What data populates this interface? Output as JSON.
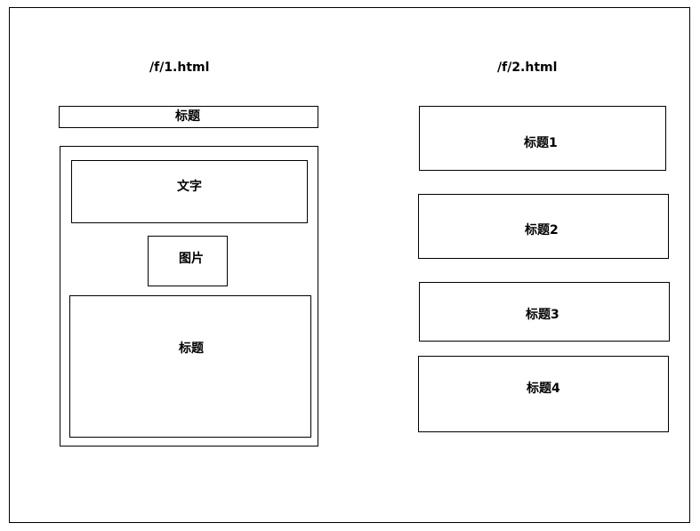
{
  "left_page": {
    "path_label": "/f/1.html",
    "header_box_label": "标题",
    "content": {
      "text_box_label": "文字",
      "image_box_label": "图片",
      "bottom_box_label": "标题"
    }
  },
  "right_page": {
    "path_label": "/f/2.html",
    "items": [
      {
        "label": "标题1"
      },
      {
        "label": "标题2"
      },
      {
        "label": "标题3"
      },
      {
        "label": "标题4"
      }
    ]
  }
}
